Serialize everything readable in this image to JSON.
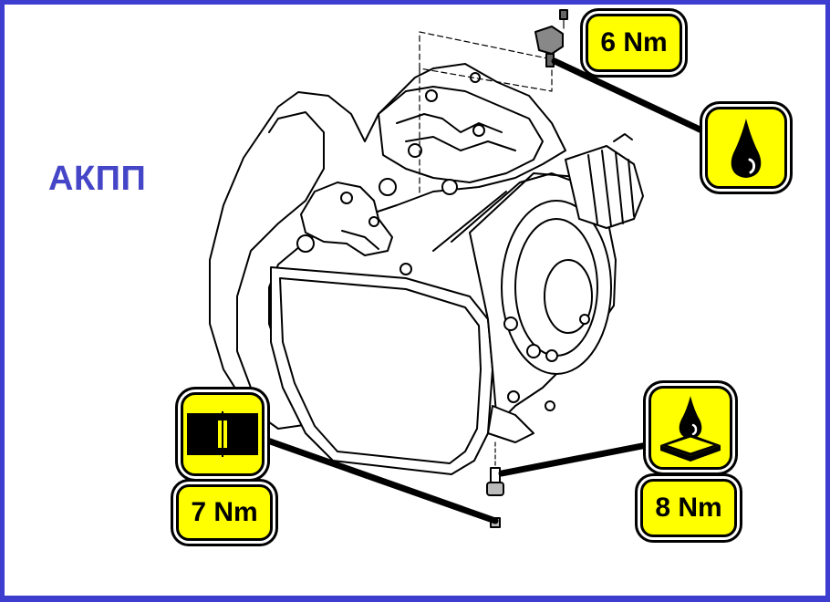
{
  "title": "АКПП",
  "torque_labels": {
    "top": "6 Nm",
    "bottom_left": "7 Nm",
    "bottom_right": "8 Nm"
  },
  "icons": {
    "top_right": "oil-drop-icon",
    "bottom_left": "gasket-seal-icon",
    "bottom_right": "sealant-drop-icon"
  },
  "colors": {
    "frame": "#3d3dcf",
    "title": "#4545c8",
    "badge": "#ffff00"
  }
}
